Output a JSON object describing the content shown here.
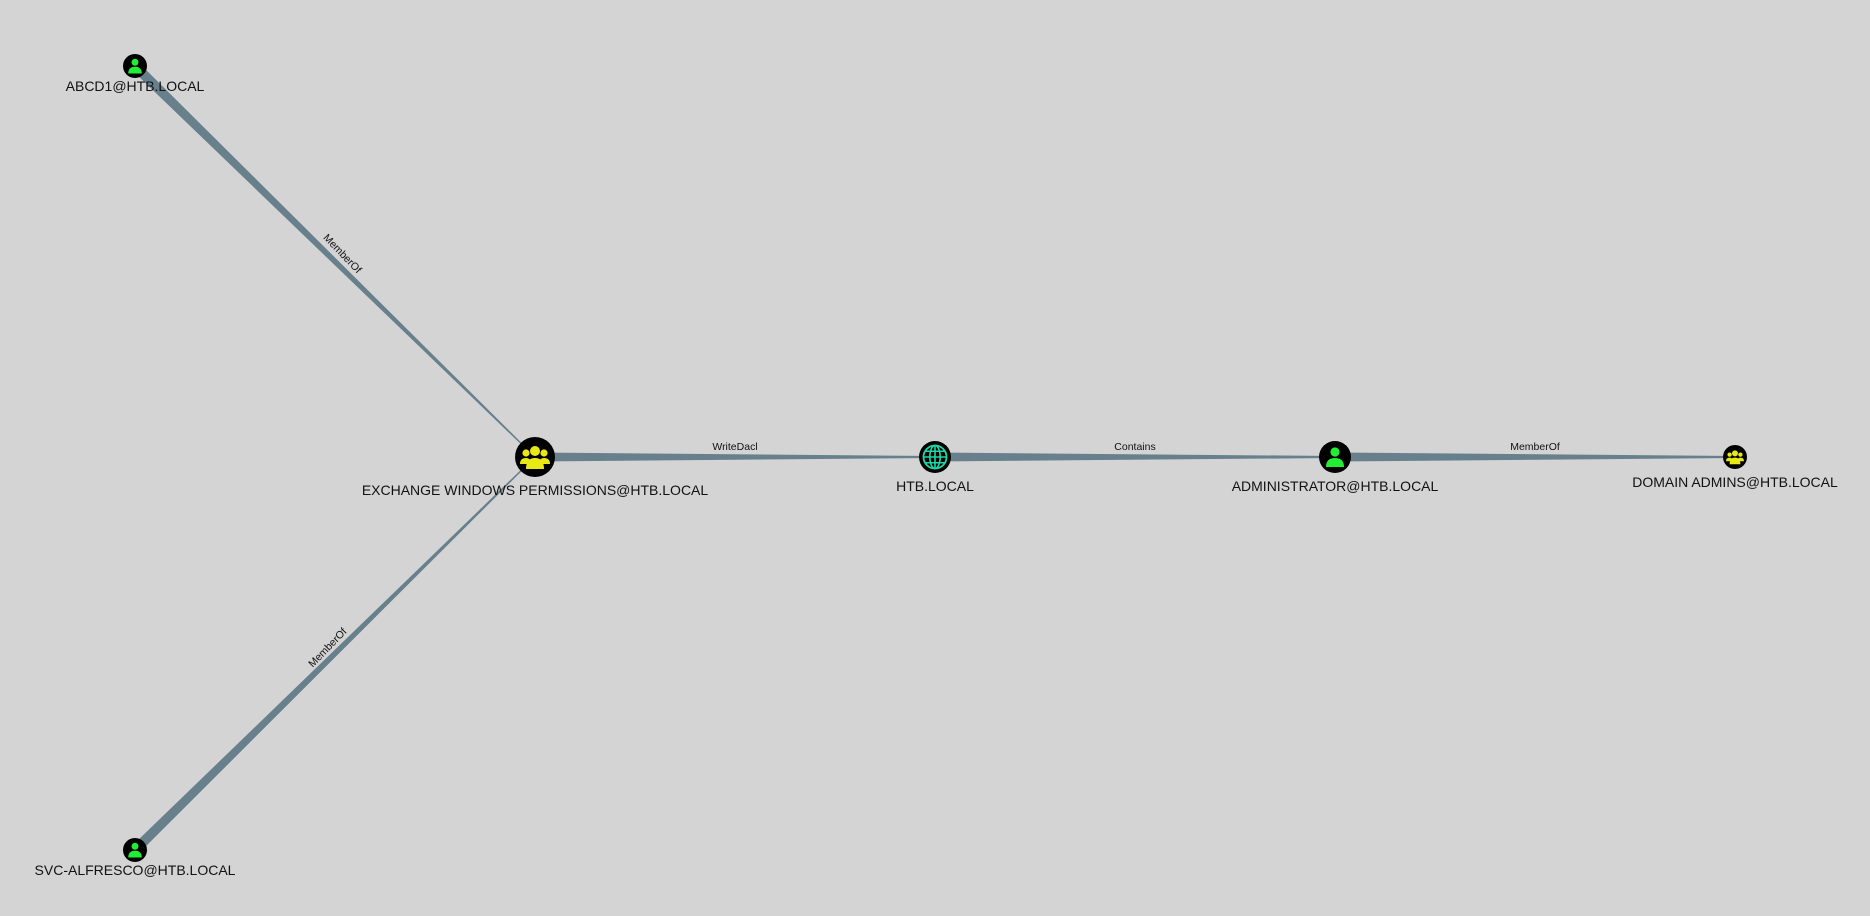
{
  "colors": {
    "background": "#d4d4d4",
    "edge": "#67808c",
    "node_ring": "#000000",
    "user_icon": "#22ee33",
    "group_icon": "#e8e814",
    "domain_icon": "#1ad8a8"
  },
  "nodes": [
    {
      "id": "abcd1",
      "label": "ABCD1@HTB.LOCAL",
      "type": "user",
      "icon": "user-icon"
    },
    {
      "id": "svc",
      "label": "SVC-ALFRESCO@HTB.LOCAL",
      "type": "user",
      "icon": "user-icon"
    },
    {
      "id": "exch",
      "label": "EXCHANGE WINDOWS PERMISSIONS@HTB.LOCAL",
      "type": "group",
      "icon": "group-icon"
    },
    {
      "id": "htb",
      "label": "HTB.LOCAL",
      "type": "domain",
      "icon": "globe-icon"
    },
    {
      "id": "admin",
      "label": "ADMINISTRATOR@HTB.LOCAL",
      "type": "user",
      "icon": "user-icon"
    },
    {
      "id": "da",
      "label": "DOMAIN ADMINS@HTB.LOCAL",
      "type": "group",
      "icon": "group-icon"
    }
  ],
  "edges": [
    {
      "from": "abcd1",
      "to": "exch",
      "label": "MemberOf"
    },
    {
      "from": "svc",
      "to": "exch",
      "label": "MemberOf"
    },
    {
      "from": "exch",
      "to": "htb",
      "label": "WriteDacl"
    },
    {
      "from": "htb",
      "to": "admin",
      "label": "Contains"
    },
    {
      "from": "admin",
      "to": "da",
      "label": "MemberOf"
    }
  ]
}
